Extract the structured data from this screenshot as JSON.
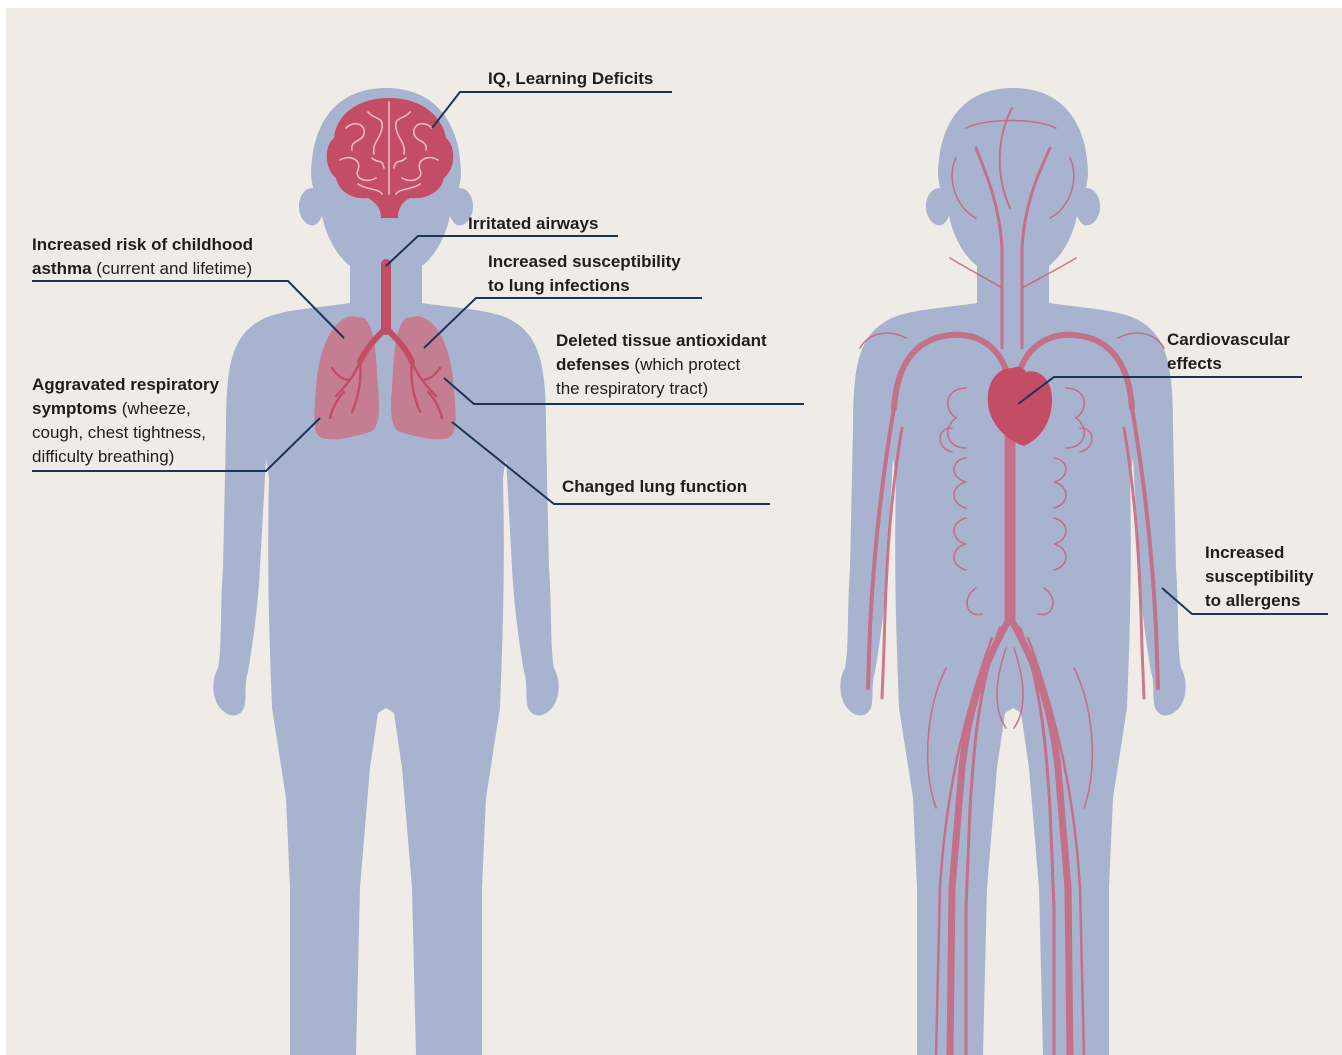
{
  "labels": {
    "iq": {
      "bold": "IQ, Learning Deficits",
      "normal": ""
    },
    "irritated": {
      "bold": "Irritated airways",
      "normal": ""
    },
    "asthma": {
      "bold1": "Increased risk of childhood",
      "bold2": "asthma",
      "normal": " (current and lifetime)"
    },
    "infections": {
      "bold1": "Increased susceptibility",
      "bold2": "to lung infections"
    },
    "antioxidant": {
      "bold1": "Deleted tissue antioxidant",
      "bold2": "defenses",
      "normal1": " (which protect",
      "normal2": "the respiratory tract)"
    },
    "respiratory": {
      "bold1": "Aggravated respiratory",
      "bold2": "symptoms",
      "normal1": " (wheeze,",
      "normal2": "cough, chest tightness,",
      "normal3": "difficulty breathing)"
    },
    "lung_function": {
      "bold": "Changed lung function"
    },
    "cardio": {
      "bold1": "Cardiovascular",
      "bold2": "effects"
    },
    "allergens": {
      "bold1": "Increased",
      "bold2": "susceptibility",
      "bold3": "to allergens"
    }
  },
  "colors": {
    "background": "#efece8",
    "body": "#a8b4cf",
    "organ": "#c44d66",
    "lung": "#c57e91",
    "vessel": "#c8657c",
    "leader": "#1c3557",
    "text": "#1e1e1e"
  }
}
